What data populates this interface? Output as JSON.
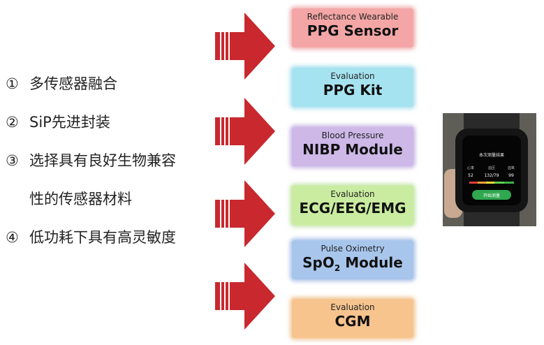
{
  "features": [
    {
      "num": "①",
      "text": "多传感器融合"
    },
    {
      "num": "②",
      "text": "SiP先进封装"
    },
    {
      "num": "③",
      "text": "选择具有良好生物兼容"
    },
    {
      "num": "",
      "text": "性的传感器材料"
    },
    {
      "num": "④",
      "text": "低功耗下具有高灵敏度"
    }
  ],
  "products": [
    {
      "subtitle": "Reflectance Wearable",
      "title": "PPG Sensor",
      "color": "#f4a6a6"
    },
    {
      "subtitle": "Evaluation",
      "title": "PPG Kit",
      "color": "#a6e3f0"
    },
    {
      "subtitle": "Blood Pressure",
      "title": "NIBP Module",
      "color": "#cdb8e8"
    },
    {
      "subtitle": "Evaluation",
      "title": "ECG/EEG/EMG",
      "color": "#c9eca0"
    },
    {
      "subtitle": "Pulse Oximetry",
      "title": "SpO",
      "title_sub": "2",
      "title_after": " Module",
      "color": "#a8c6ec"
    },
    {
      "subtitle": "Evaluation",
      "title": "CGM",
      "color": "#f7c48e"
    }
  ],
  "watch": {
    "header": "本次测量结果",
    "labels": [
      "心率",
      "血压",
      "血氧"
    ],
    "values": [
      "52",
      "132/79",
      "99"
    ],
    "button": "开始测量"
  },
  "colors": {
    "arrow": "#c8282e"
  }
}
